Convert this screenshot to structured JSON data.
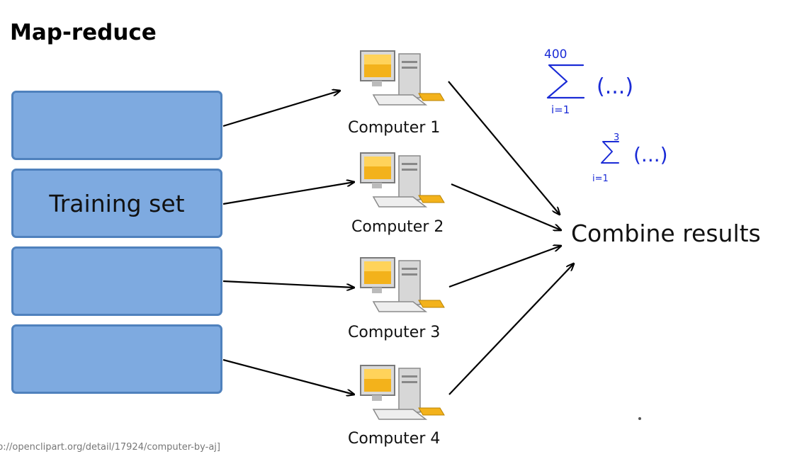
{
  "title": "Map-reduce",
  "training_set": {
    "blocks": [
      "",
      "Training set",
      "",
      ""
    ]
  },
  "computers": [
    {
      "label": "Computer 1"
    },
    {
      "label": "Computer 2"
    },
    {
      "label": "Computer 3"
    },
    {
      "label": "Computer 4"
    }
  ],
  "combine_label": "Combine results",
  "annotations": {
    "sum1_upper": "400",
    "sum1_lower": "i=1",
    "sum1_body": "(...)",
    "sum2_upper": "3",
    "sum2_lower": "i=1",
    "sum2_body": "(...)"
  },
  "image_credit": "p://openclipart.org/detail/17924/computer-by-aj]",
  "colors": {
    "block_fill": "#7eaae0",
    "block_border": "#4f81bd",
    "handwriting": "#1a2bd6"
  }
}
